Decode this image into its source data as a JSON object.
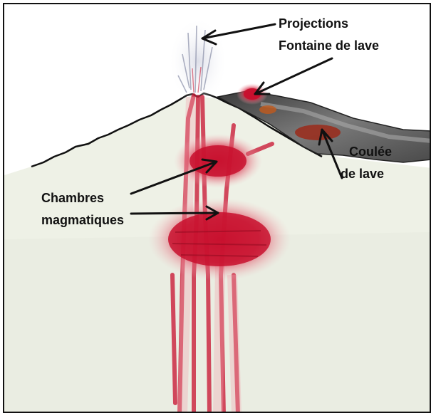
{
  "labels": {
    "projections": "Projections",
    "fontaine": "Fontaine de lave",
    "coulee_line1": "Coulée",
    "coulee_line2": "de lave",
    "chambres_line1": "Chambres",
    "chambres_line2": "magmatiques"
  },
  "colors": {
    "magma": "#c8102e",
    "magma_glow": "#f3b6bd",
    "lava_flow": "#5f5f5f",
    "ground": "#eef1e6",
    "outline": "#111111"
  }
}
